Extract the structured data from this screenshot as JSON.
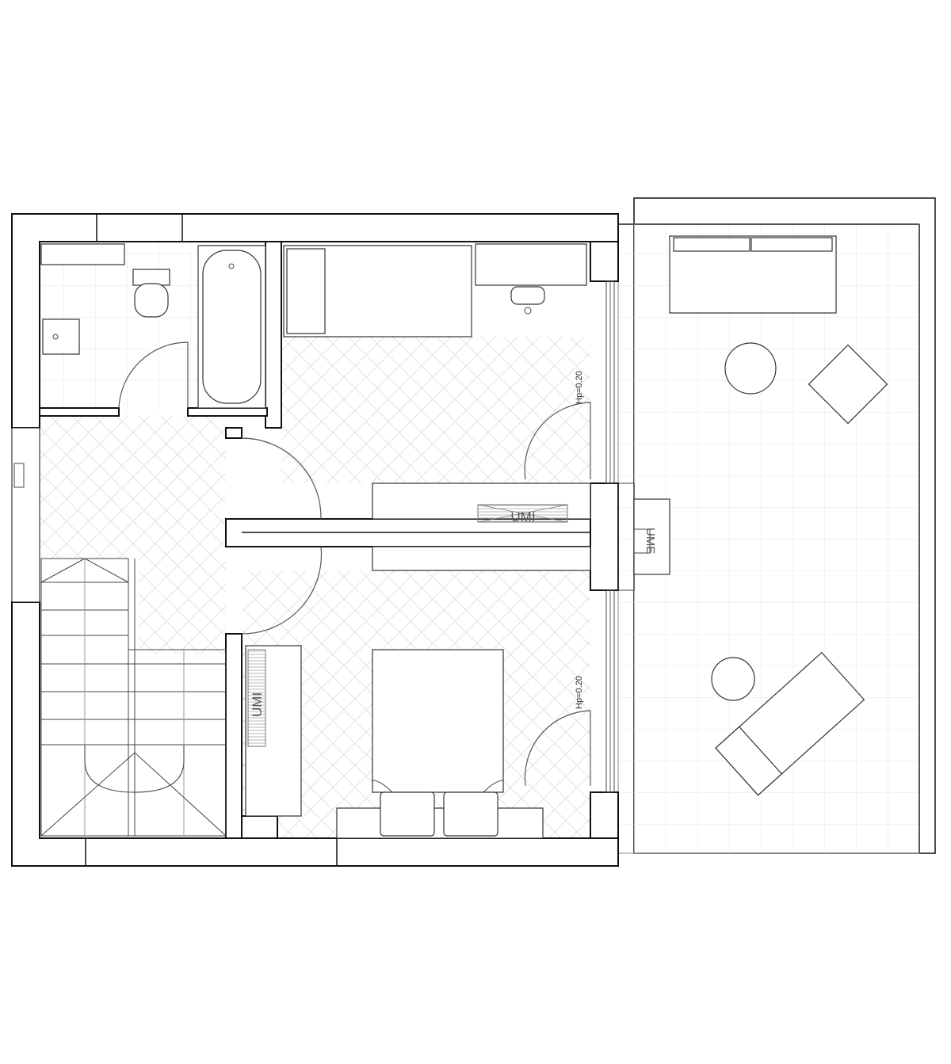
{
  "plan": {
    "labels": {
      "wardrobe_top": "UMI",
      "wardrobe_left": "UMI",
      "external_unit": "UME",
      "window_height_1": "Hp=0.20",
      "window_height_2": "Hp=0.20"
    }
  }
}
